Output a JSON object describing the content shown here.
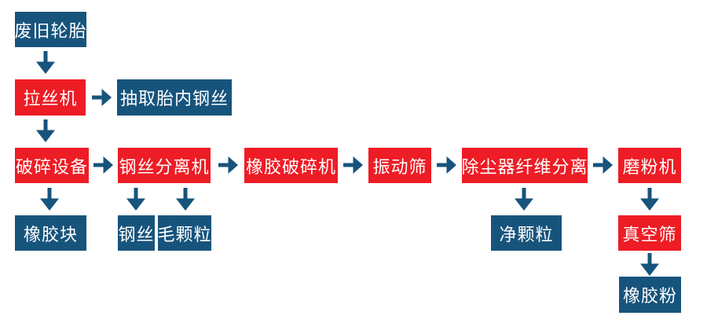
{
  "diagram": {
    "kind": "flowchart",
    "subject": "waste tire recycling process"
  },
  "colors": {
    "red": "#ee1c25",
    "blue": "#17547c",
    "bg": "#ffffff",
    "text": "#ffffff"
  },
  "nodes": {
    "waste_tires": {
      "label": "废旧轮胎",
      "color": "blue"
    },
    "wire_drawing_machine": {
      "label": "拉丝机",
      "color": "red"
    },
    "extract_tire_steel_wire": {
      "label": "抽取胎内钢丝",
      "color": "blue"
    },
    "crushing_equipment": {
      "label": "破碎设备",
      "color": "red"
    },
    "steel_wire_separator": {
      "label": "钢丝分离机",
      "color": "red"
    },
    "rubber_crusher": {
      "label": "橡胶破碎机",
      "color": "red"
    },
    "vibrating_screen": {
      "label": "振动筛",
      "color": "red"
    },
    "dust_collector_fiber_separation": {
      "label": "除尘器纤维分离",
      "color": "red"
    },
    "grinding_machine": {
      "label": "磨粉机",
      "color": "red"
    },
    "rubber_blocks": {
      "label": "橡胶块",
      "color": "blue"
    },
    "steel_wire": {
      "label": "钢丝",
      "color": "blue"
    },
    "rough_granules": {
      "label": "毛颗粒",
      "color": "blue"
    },
    "clean_granules": {
      "label": "净颗粒",
      "color": "blue"
    },
    "vacuum_screen": {
      "label": "真空筛",
      "color": "red"
    },
    "rubber_powder": {
      "label": "橡胶粉",
      "color": "blue"
    }
  },
  "edges": [
    {
      "from": "waste_tires",
      "to": "wire_drawing_machine",
      "direction": "down"
    },
    {
      "from": "wire_drawing_machine",
      "to": "extract_tire_steel_wire",
      "direction": "right"
    },
    {
      "from": "wire_drawing_machine",
      "to": "crushing_equipment",
      "direction": "down"
    },
    {
      "from": "crushing_equipment",
      "to": "steel_wire_separator",
      "direction": "right"
    },
    {
      "from": "crushing_equipment",
      "to": "rubber_blocks",
      "direction": "down"
    },
    {
      "from": "steel_wire_separator",
      "to": "rubber_crusher",
      "direction": "right"
    },
    {
      "from": "steel_wire_separator",
      "to": "steel_wire",
      "direction": "down"
    },
    {
      "from": "steel_wire_separator",
      "to": "rough_granules",
      "direction": "down"
    },
    {
      "from": "rubber_crusher",
      "to": "vibrating_screen",
      "direction": "right"
    },
    {
      "from": "vibrating_screen",
      "to": "dust_collector_fiber_separation",
      "direction": "right"
    },
    {
      "from": "dust_collector_fiber_separation",
      "to": "grinding_machine",
      "direction": "right"
    },
    {
      "from": "dust_collector_fiber_separation",
      "to": "clean_granules",
      "direction": "down"
    },
    {
      "from": "grinding_machine",
      "to": "vacuum_screen",
      "direction": "down"
    },
    {
      "from": "vacuum_screen",
      "to": "rubber_powder",
      "direction": "down"
    }
  ]
}
